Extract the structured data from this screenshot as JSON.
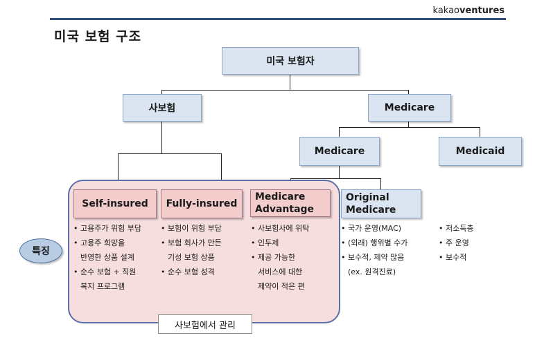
{
  "brand": {
    "prefix": "kakao",
    "bold": "ventures"
  },
  "title": "미국 보험 구조",
  "nodes": {
    "root": "미국 보험자",
    "private": "사보험",
    "medicare_top": "Medicare",
    "medicare_sub": "Medicare",
    "medicaid": "Medicaid",
    "self_insured": "Self-insured",
    "fully_insured": "Fully-insured",
    "medicare_advantage": "Medicare Advantage",
    "original_medicare": "Original Medicare"
  },
  "features_label": "특징",
  "group_label": "사보험에서 관리",
  "bullets": {
    "self_insured": [
      "고용주가 위험 부담",
      "고용주 희망을",
      "반영한 상품 설계",
      "순수 보험 + 직원",
      "복지 프로그램"
    ],
    "fully_insured": [
      "보험이 위험 부담",
      "보험 회사가 만든",
      "기성 보험 상품",
      "순수 보험 성격"
    ],
    "medicare_advantage": [
      "사보험사에 위탁",
      "인두제",
      "제공 가능한",
      "서비스에 대한",
      "제약이 적은 편"
    ],
    "original_medicare": [
      "국가 운영(MAC)",
      "(외래) 행위별 수가",
      "보수적, 제약 많음",
      "(ex. 원격진료)"
    ],
    "medicaid": [
      "저소득층",
      "주 운영",
      "보수적"
    ]
  }
}
